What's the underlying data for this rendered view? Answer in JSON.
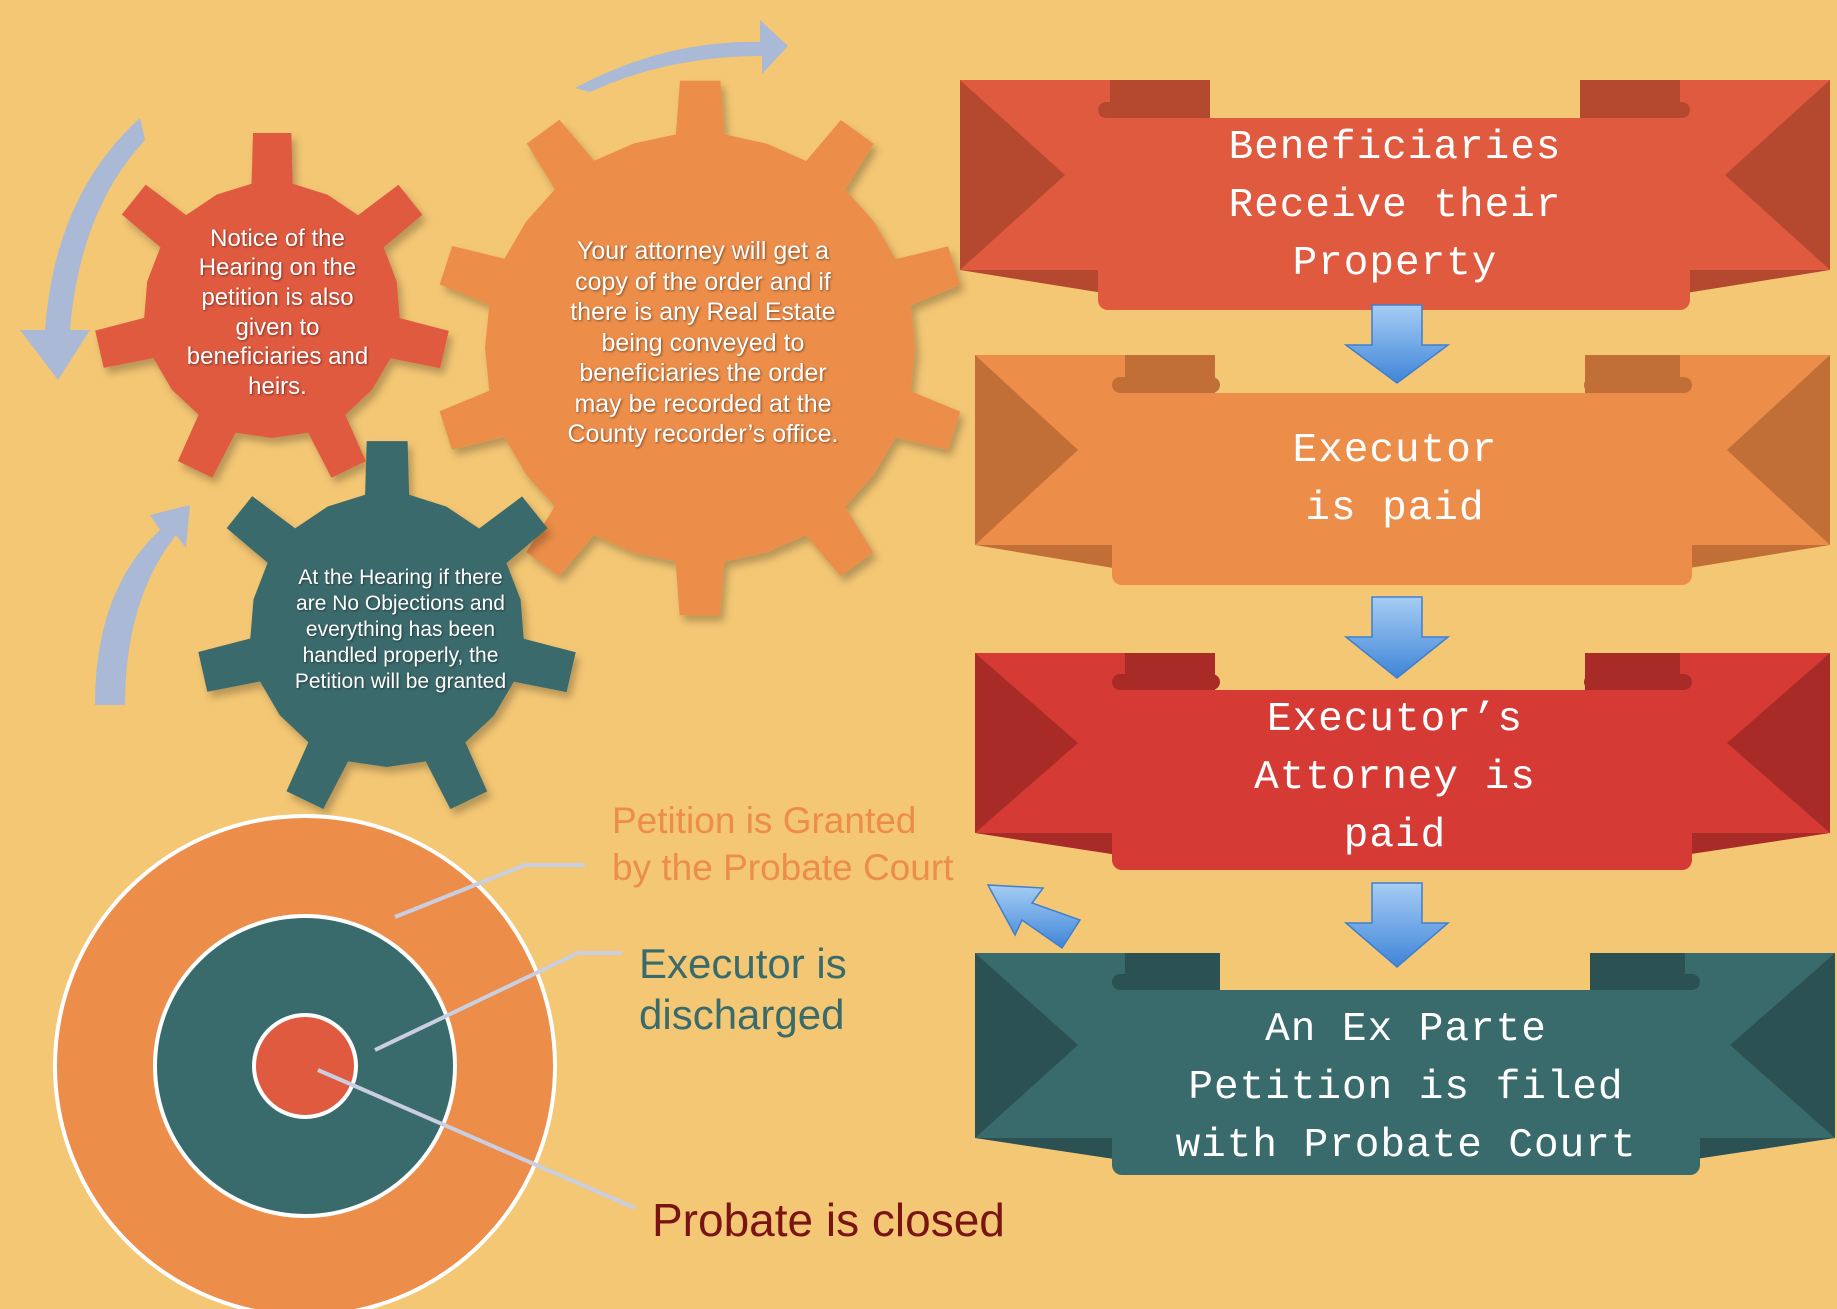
{
  "colors": {
    "background": "#f4c774",
    "red": "#e05a40",
    "orange": "#ec8d4a",
    "crimson": "#d63a34",
    "teal": "#3a6b6c",
    "cycle_arrow": "#a9b9d6",
    "down_arrow": "#5d9be3",
    "probate_closed_text": "#7a1414"
  },
  "gears": {
    "notice": {
      "text": "Notice of the Hearing on the petition is also given to beneficiaries and heirs."
    },
    "attorney": {
      "text": "Your attorney will get a copy of the order and if there is any Real Estate being conveyed to beneficiaries the order may be recorded at the County recorder’s office."
    },
    "hearing": {
      "text": "At the Hearing if there are No Objections and everything has been handled properly, the Petition will be granted"
    }
  },
  "banners": [
    {
      "text": "Beneficiaries\nReceive their\nProperty"
    },
    {
      "text": "Executor\nis paid"
    },
    {
      "text": "Executor’s\nAttorney is\npaid"
    },
    {
      "text": "An Ex Parte\nPetition is filed\nwith Probate Court"
    }
  ],
  "target": {
    "outer_label": "Petition is Granted\nby the Probate Court",
    "middle_label": "Executor is\ndischarged",
    "inner_label": "Probate is closed"
  }
}
